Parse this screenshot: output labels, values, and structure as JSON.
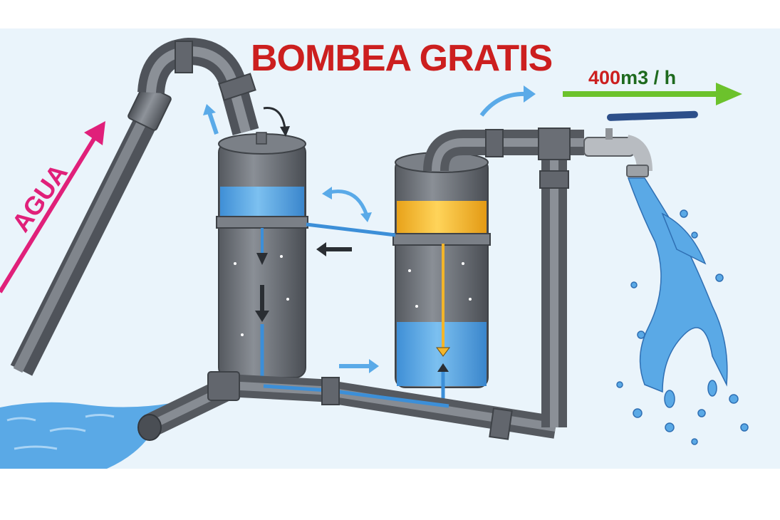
{
  "title": "BOMBEA GRATIS",
  "inlet_label": "AGUA",
  "flow": {
    "value": "400",
    "unit": "m3 / h"
  },
  "colors": {
    "title": "#cc1f1f",
    "inlet_arrow": "#e0207a",
    "flow_arrow": "#6cc22c",
    "sky": "#eaf4fb",
    "pipe": "#6b6f76",
    "water": "#4a9ee0",
    "oil": "#f3b52a",
    "flow_arrow_blue": "#1f6fd0"
  },
  "icons": [
    "up-arrow-icon",
    "curved-arrow-icon",
    "down-arrow-icon",
    "left-arrow-icon",
    "right-arrow-icon",
    "faucet-valve-icon",
    "water-jet-icon"
  ]
}
